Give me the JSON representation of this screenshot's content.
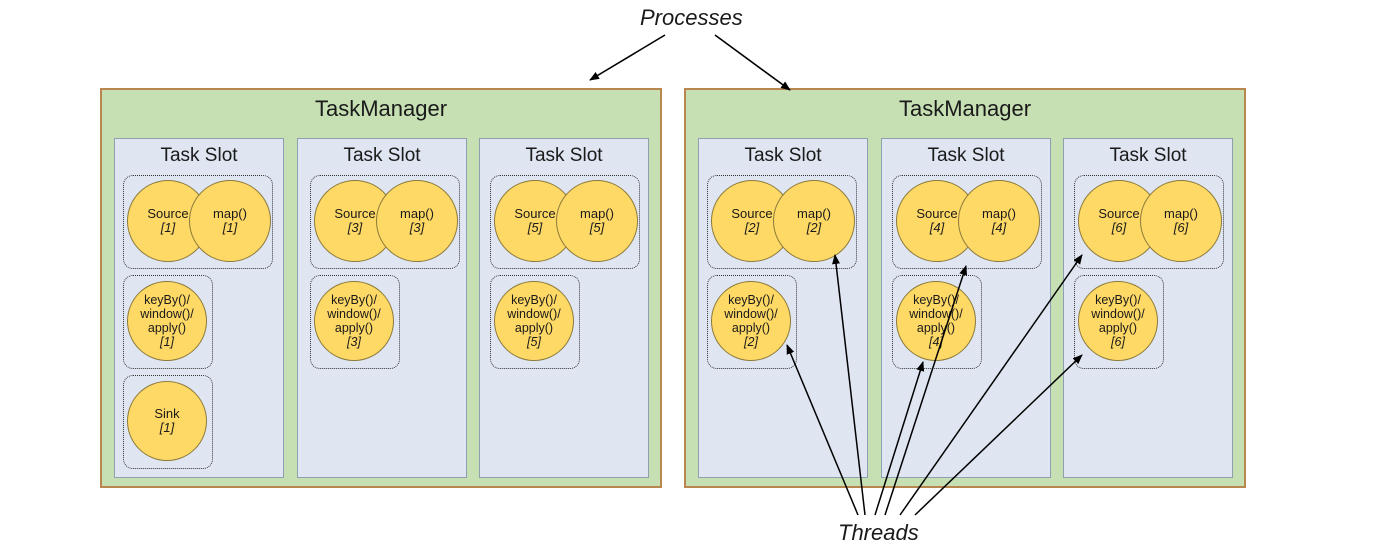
{
  "labels": {
    "processes": "Processes",
    "threads": "Threads"
  },
  "task_managers": [
    {
      "title": "TaskManager",
      "slots": [
        {
          "title": "Task Slot",
          "chain": {
            "source": "Source",
            "map": "map()",
            "idx": "[1]"
          },
          "window": {
            "line1": "keyBy()/",
            "line2": "window()/",
            "line3": "apply()",
            "idx": "[1]"
          },
          "sink": {
            "name": "Sink",
            "idx": "[1]"
          }
        },
        {
          "title": "Task Slot",
          "chain": {
            "source": "Source",
            "map": "map()",
            "idx": "[3]"
          },
          "window": {
            "line1": "keyBy()/",
            "line2": "window()/",
            "line3": "apply()",
            "idx": "[3]"
          }
        },
        {
          "title": "Task Slot",
          "chain": {
            "source": "Source",
            "map": "map()",
            "idx": "[5]"
          },
          "window": {
            "line1": "keyBy()/",
            "line2": "window()/",
            "line3": "apply()",
            "idx": "[5]"
          }
        }
      ]
    },
    {
      "title": "TaskManager",
      "slots": [
        {
          "title": "Task Slot",
          "chain": {
            "source": "Source",
            "map": "map()",
            "idx": "[2]"
          },
          "window": {
            "line1": "keyBy()/",
            "line2": "window()/",
            "line3": "apply()",
            "idx": "[2]"
          }
        },
        {
          "title": "Task Slot",
          "chain": {
            "source": "Source",
            "map": "map()",
            "idx": "[4]"
          },
          "window": {
            "line1": "keyBy()/",
            "line2": "window()/",
            "line3": "apply()",
            "idx": "[4]"
          }
        },
        {
          "title": "Task Slot",
          "chain": {
            "source": "Source",
            "map": "map()",
            "idx": "[6]"
          },
          "window": {
            "line1": "keyBy()/",
            "line2": "window()/",
            "line3": "apply()",
            "idx": "[6]"
          }
        }
      ]
    }
  ],
  "colors": {
    "task_manager_bg": "#c6e0b4",
    "task_manager_border": "#b8874f",
    "slot_bg": "#dfe6f2",
    "operator_fill": "#ffd966"
  }
}
